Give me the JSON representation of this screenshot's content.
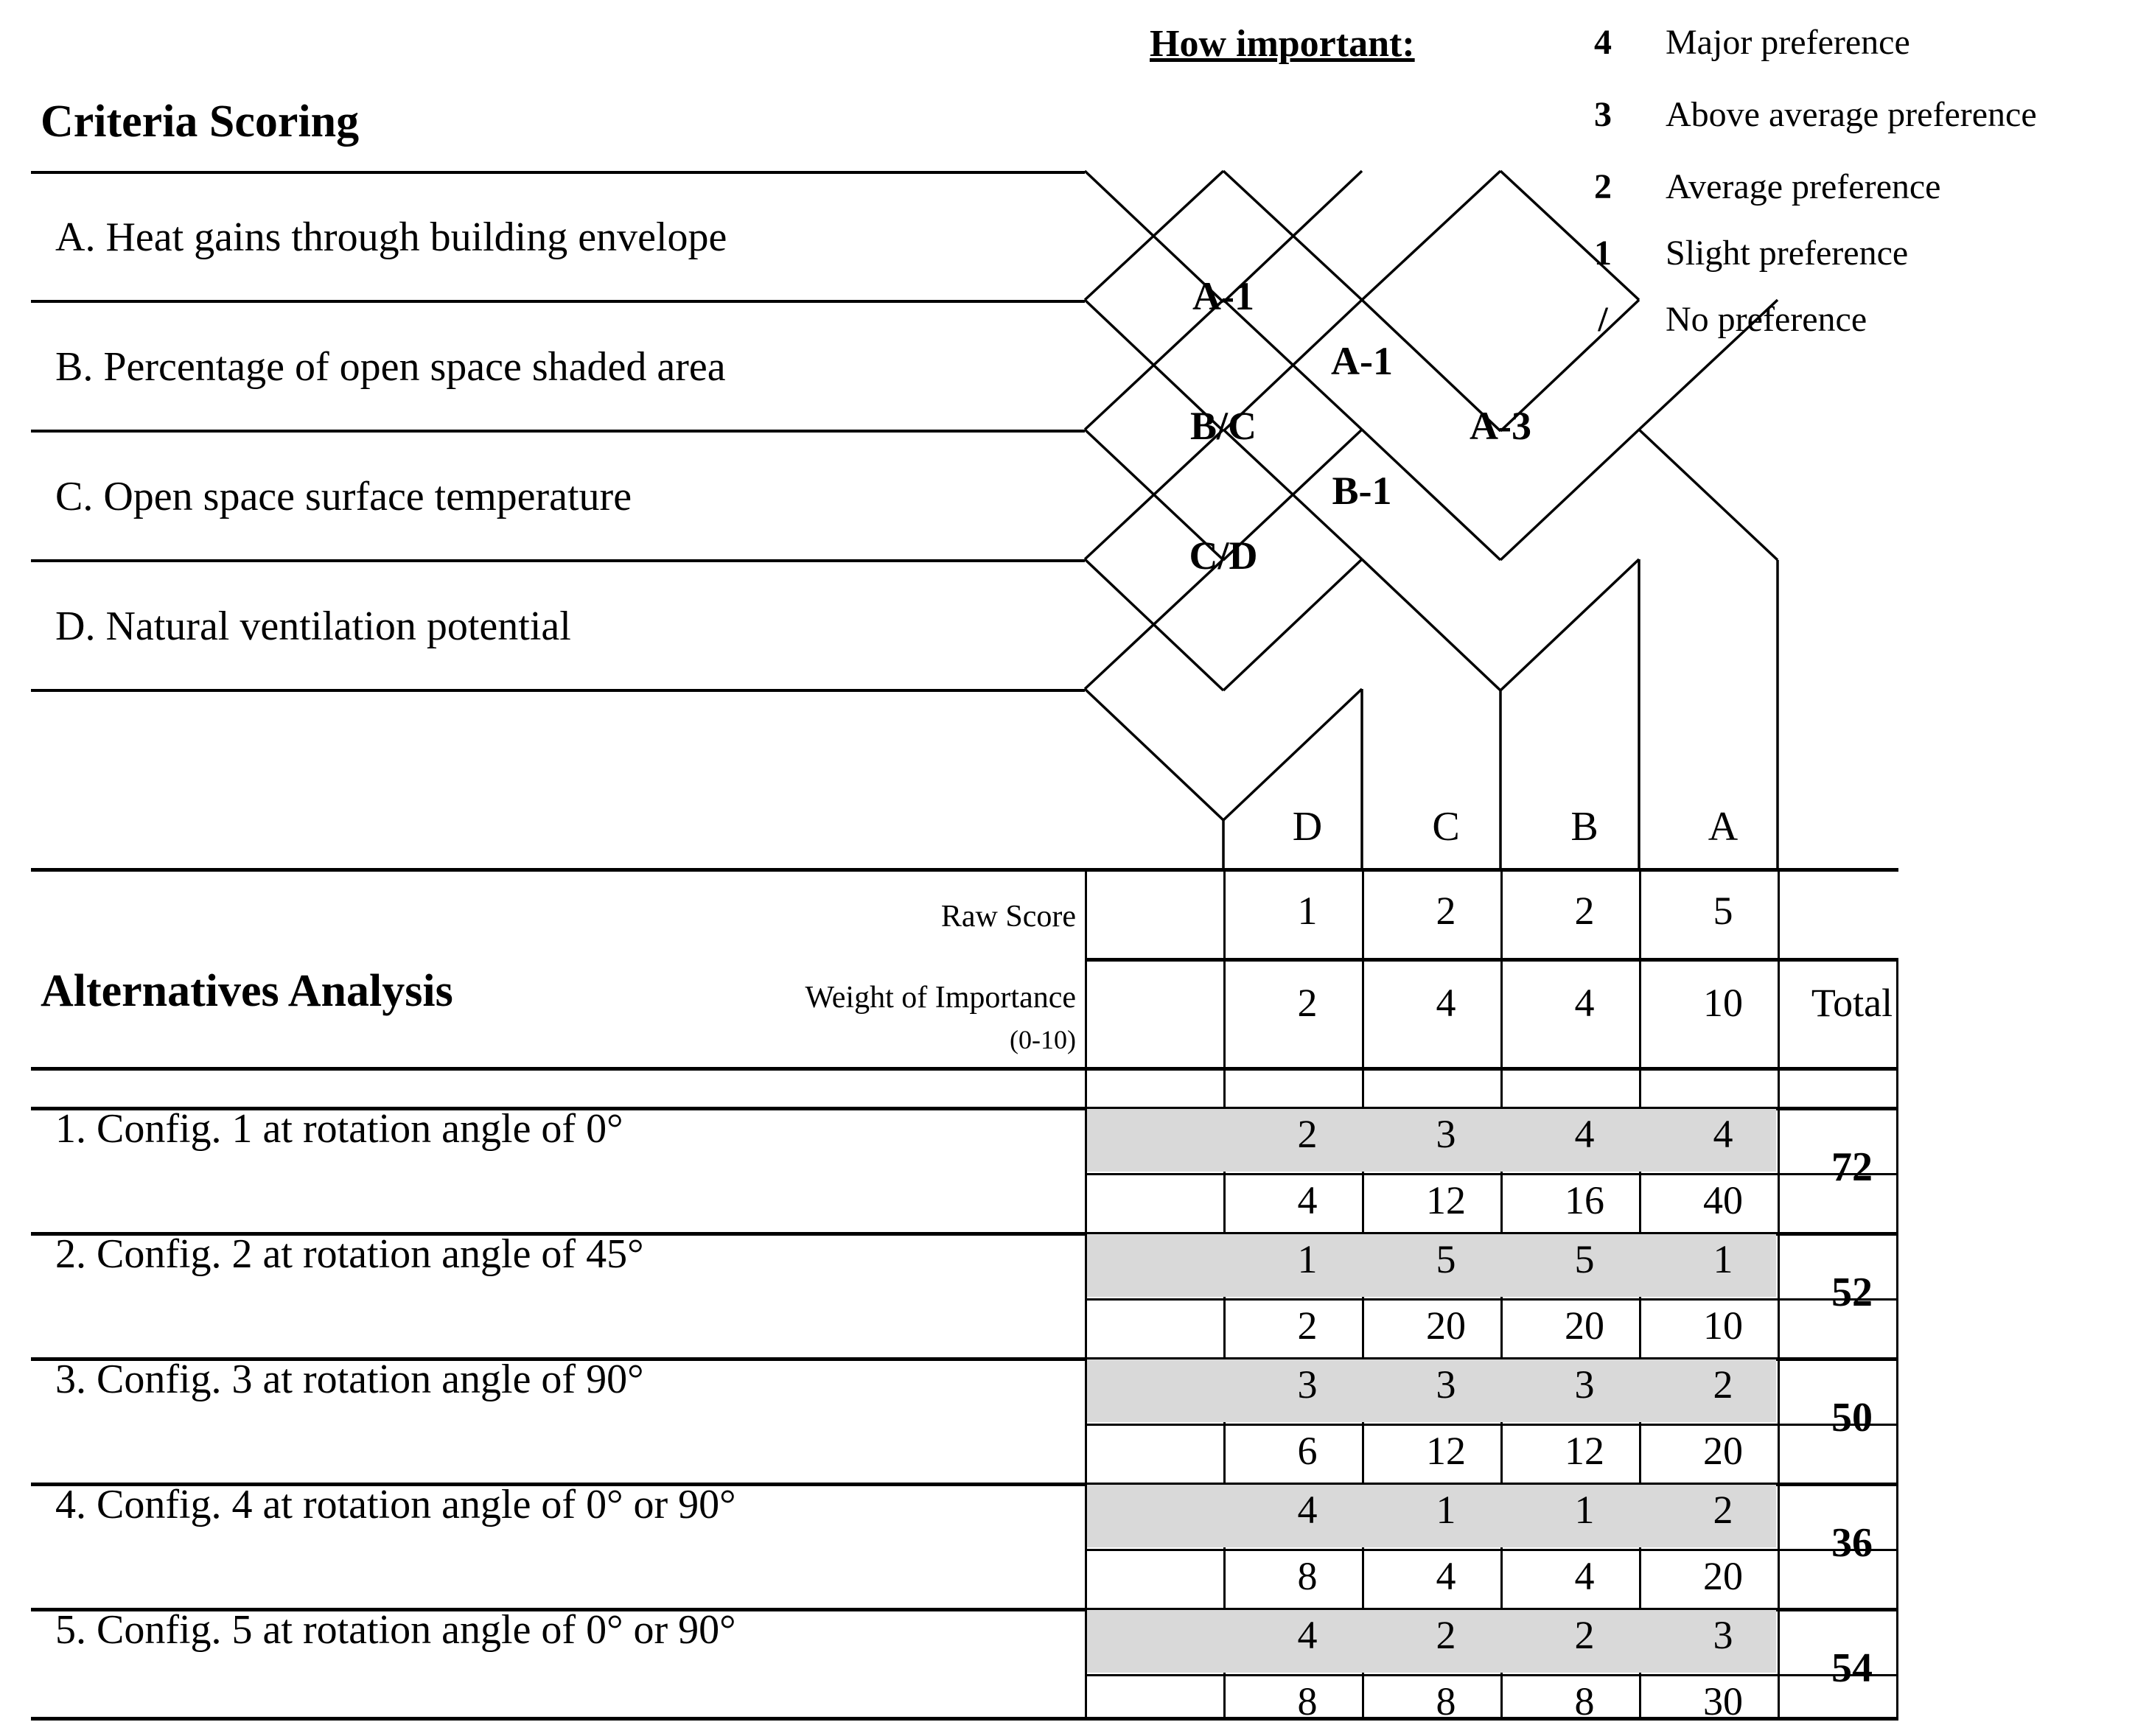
{
  "legend": {
    "title": "How important:",
    "rows": [
      {
        "num": "4",
        "text": "Major preference"
      },
      {
        "num": "3",
        "text": "Above average preference"
      },
      {
        "num": "2",
        "text": "Average preference"
      },
      {
        "num": "1",
        "text": "Slight preference"
      },
      {
        "num": "/",
        "text": "No preference"
      }
    ]
  },
  "criteria_section": {
    "title": "Criteria Scoring",
    "items": [
      {
        "label": "A.  Heat gains through building envelope"
      },
      {
        "label": "B.  Percentage of open space shaded area"
      },
      {
        "label": "C.  Open space surface temperature"
      },
      {
        "label": "D.  Natural ventilation potential"
      }
    ]
  },
  "roof": {
    "cells": [
      "A-1",
      "A-1",
      "B/C",
      "A-3",
      "B-1",
      "C/D"
    ]
  },
  "analysis_section": {
    "title": "Alternatives Analysis",
    "raw_score_label": "Raw Score",
    "weight_label": "Weight of Importance",
    "weight_sublabel": "(0-10)",
    "total_label": "Total",
    "column_headers": [
      "D",
      "C",
      "B",
      "A"
    ],
    "raw_scores": [
      "1",
      "2",
      "2",
      "5"
    ],
    "weights": [
      "2",
      "4",
      "4",
      "10"
    ],
    "alternatives": [
      {
        "label": "1.  Config. 1 at rotation angle of 0°",
        "scores": [
          "2",
          "3",
          "4",
          "4"
        ],
        "weighted": [
          "4",
          "12",
          "16",
          "40"
        ],
        "total": "72"
      },
      {
        "label": "2.  Config. 2 at rotation angle of 45°",
        "scores": [
          "1",
          "5",
          "5",
          "1"
        ],
        "weighted": [
          "2",
          "20",
          "20",
          "10"
        ],
        "total": "52"
      },
      {
        "label": "3.  Config. 3 at rotation angle of 90°",
        "scores": [
          "3",
          "3",
          "3",
          "2"
        ],
        "weighted": [
          "6",
          "12",
          "12",
          "20"
        ],
        "total": "50"
      },
      {
        "label": "4.  Config. 4 at rotation angle of 0° or 90°",
        "scores": [
          "4",
          "1",
          "1",
          "2"
        ],
        "weighted": [
          "8",
          "4",
          "4",
          "20"
        ],
        "total": "36"
      },
      {
        "label": "5.  Config. 5 at rotation angle of 0° or 90°",
        "scores": [
          "4",
          "2",
          "2",
          "3"
        ],
        "weighted": [
          "8",
          "8",
          "8",
          "30"
        ],
        "total": "54"
      }
    ]
  },
  "colors": {
    "shade": "#d9d9d9",
    "line": "#000000",
    "background": "#ffffff"
  }
}
